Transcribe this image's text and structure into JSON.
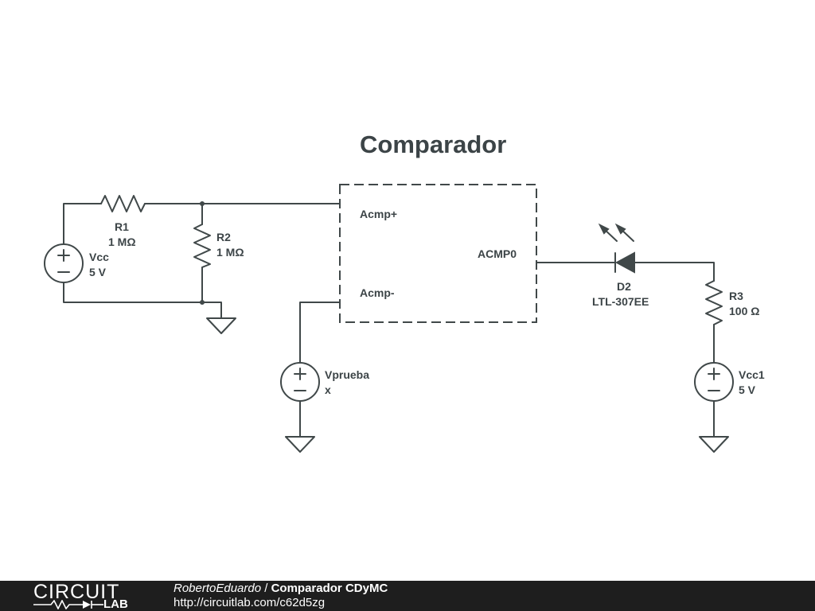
{
  "title": "Comparador",
  "components": {
    "vcc": {
      "name": "Vcc",
      "value": "5 V"
    },
    "r1": {
      "name": "R1",
      "value": "1 MΩ"
    },
    "r2": {
      "name": "R2",
      "value": "1 MΩ"
    },
    "vprueba": {
      "name": "Vprueba",
      "value": "x"
    },
    "comparator": {
      "in_plus": "Acmp+",
      "in_minus": "Acmp-",
      "out": "ACMP0"
    },
    "d2": {
      "name": "D2",
      "value": "LTL-307EE"
    },
    "r3": {
      "name": "R3",
      "value": "100 Ω"
    },
    "vcc1": {
      "name": "Vcc1",
      "value": "5 V"
    }
  },
  "footer": {
    "logo_top": "CIRCUIT",
    "logo_bottom": "LAB",
    "author": "RobertoEduardo",
    "separator": " / ",
    "project": "Comparador CDyMC",
    "url": "http://circuitlab.com/c62d5zg"
  },
  "colors": {
    "ink": "#404849",
    "footer_bg": "#1e1e1e",
    "footer_text": "#ffffff"
  }
}
